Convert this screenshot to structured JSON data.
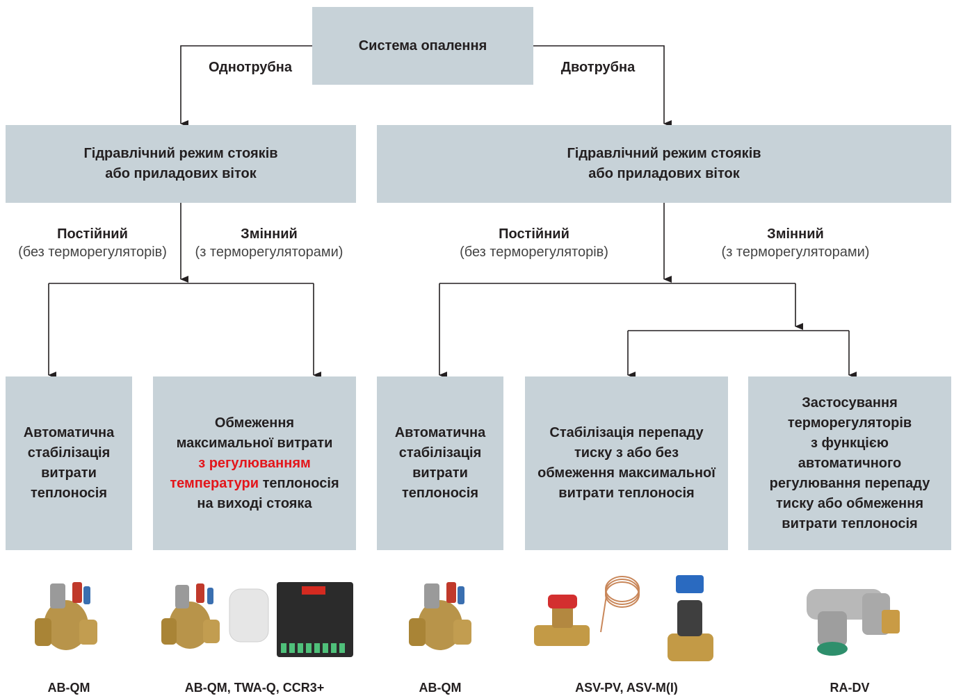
{
  "root": "Система опалення",
  "branch_left": "Однотрубна",
  "branch_right": "Двотрубна",
  "mode_left": {
    "line1": "Гідравлічний режим стояків",
    "line2": "або приладових віток"
  },
  "mode_right": {
    "line1": "Гідравлічний режим стояків",
    "line2": "або приладових віток"
  },
  "const_left": {
    "title": "Постійний",
    "sub": "(без терморегуляторів)"
  },
  "var_left": {
    "title": "Змінний",
    "sub": "(з терморегуляторами)"
  },
  "const_right": {
    "title": "Постійний",
    "sub": "(без терморегуляторів)"
  },
  "var_right": {
    "title": "Змінний",
    "sub": "(з терморегуляторами)"
  },
  "box1": [
    "Автоматична",
    "стабілізація",
    "витрати",
    "теплоносія"
  ],
  "box2": {
    "l1": "Обмеження",
    "l2": "максимальної витрати",
    "l3_red": "з регулюванням",
    "l4_red": "температури",
    "l4_rest": " теплоносія",
    "l5": "на виході стояка"
  },
  "box3": [
    "Автоматична",
    "стабілізація",
    "витрати",
    "теплоносія"
  ],
  "box4": [
    "Стабілізація перепаду",
    "тиску з або без",
    "обмеження максимальної",
    "витрати теплоносія"
  ],
  "box5": [
    "Застосування",
    "терморегуляторів",
    "з функцією",
    "автоматичного",
    "регулювання перепаду",
    "тиску або обмеження",
    "витрати теплоносія"
  ],
  "products": [
    "AB-QM",
    "AB-QM, TWA-Q, CCR3+",
    "AB-QM",
    "ASV-PV, ASV-M(I)",
    "RA-DV"
  ],
  "colors": {
    "box": "#c7d2d8",
    "highlight": "#e3161b",
    "line": "#231f20"
  }
}
